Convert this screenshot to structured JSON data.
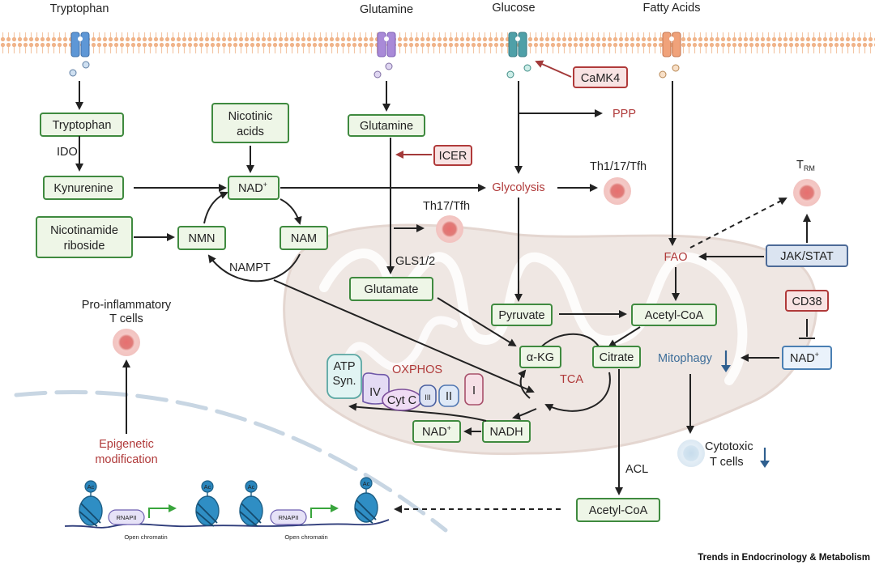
{
  "membrane_inputs": {
    "tryptophan": "Tryptophan",
    "glutamine": "Glutamine",
    "glucose": "Glucose",
    "fatty_acids": "Fatty Acids"
  },
  "nodes": {
    "tryptophan": "Tryptophan",
    "ido": "IDO",
    "kynurenine": "Kynurenine",
    "nicotinic_acids_1": "Nicotinic",
    "nicotinic_acids_2": "acids",
    "nad_top": "NAD",
    "nicotinamide_riboside_1": "Nicotinamide",
    "nicotinamide_riboside_2": "riboside",
    "nmn": "NMN",
    "nam": "NAM",
    "nampt": "NAMPT",
    "glutamine": "Glutamine",
    "icer": "ICER",
    "th17_tfh": "Th17/Tfh",
    "gls": "GLS1/2",
    "glutamate": "Glutamate",
    "camk4": "CaMK4",
    "ppp": "PPP",
    "glycolysis": "Glycolysis",
    "th1_17_tfh": "Th1/17/Tfh",
    "pyruvate": "Pyruvate",
    "acetyl_coa_mito": "Acetyl-CoA",
    "akg": "α-KG",
    "citrate": "Citrate",
    "tca": "TCA",
    "nadh": "NADH",
    "nad_oxphos": "NAD",
    "oxphos": "OXPHOS",
    "atp_syn_1": "ATP",
    "atp_syn_2": "Syn.",
    "complex_iv": "IV",
    "cyt_c": "Cyt C",
    "complex_iii": "III",
    "complex_ii": "II",
    "complex_i": "I",
    "fao": "FAO",
    "jak_stat": "JAK/STAT",
    "trm_main": "T",
    "trm_sub": "RM",
    "cd38": "CD38",
    "nad_right": "NAD",
    "mitophagy": "Mitophagy",
    "cytotoxic_1": "Cytotoxic",
    "cytotoxic_2": "T cells",
    "acl": "ACL",
    "acetyl_coa_nuc": "Acetyl-CoA",
    "proinflam_1": "Pro-inflammatory",
    "proinflam_2": "T cells",
    "epigenetic_1": "Epigenetic",
    "epigenetic_2": "modification",
    "ac": "Ac",
    "rnapii": "RNAPII",
    "open_chromatin": "Open chromatin",
    "plus": "+"
  },
  "credit": "Trends in Endocrinology & Metabolism",
  "colors": {
    "green_border": "#3f8a3f",
    "green_fill": "#eef6e7",
    "red_text": "#b03a3a",
    "blue_text": "#3f6f9a",
    "membrane": "#f0b48a",
    "mitochondrion": "#eee5e1"
  }
}
